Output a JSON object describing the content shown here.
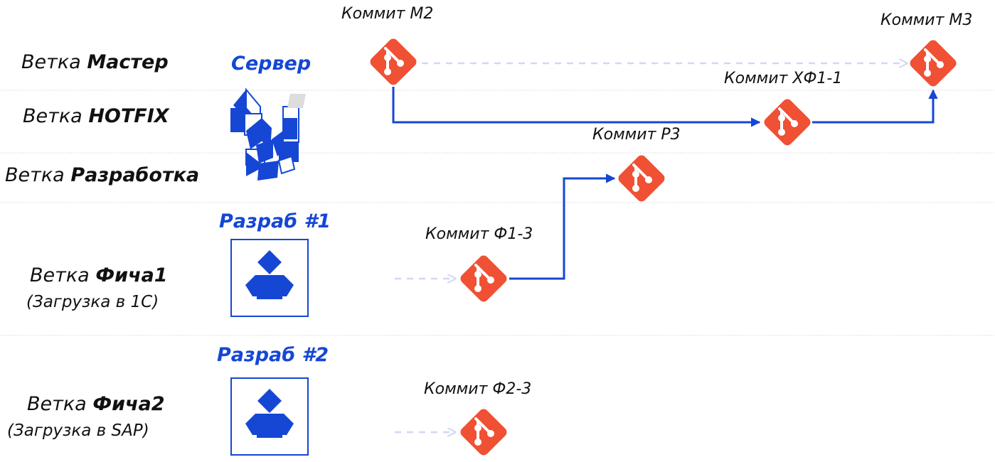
{
  "branches": {
    "master": {
      "prefix": "Ветка ",
      "name": "Мастер"
    },
    "hotfix": {
      "prefix": "Ветка ",
      "name": "HOTFIX"
    },
    "develop": {
      "prefix": "Ветка ",
      "name": "Разработка"
    },
    "feature1": {
      "prefix": "Ветка ",
      "name": "Фича1",
      "subtitle": "(Загрузка в 1С)"
    },
    "feature2": {
      "prefix": "Ветка ",
      "name": "Фича2",
      "subtitle": "(Загрузка в SAP)"
    }
  },
  "roles": {
    "server": "Сервер",
    "dev1": "Разраб #1",
    "dev2": "Разраб #2"
  },
  "commits": {
    "m2": "Коммит М2",
    "m3": "Коммит М3",
    "hf1": "Коммит ХФ1-1",
    "r3": "Коммит Р3",
    "f1": "Коммит Ф1-3",
    "f2": "Коммит Ф2-3"
  },
  "icons": {
    "commit": "git-logo-icon",
    "server": "server-blocks-icon",
    "developer": "developer-icon"
  },
  "colors": {
    "accent_blue": "#1547d4",
    "git_orange": "#f05033",
    "ghost_arrow": "#d3d6f5"
  }
}
